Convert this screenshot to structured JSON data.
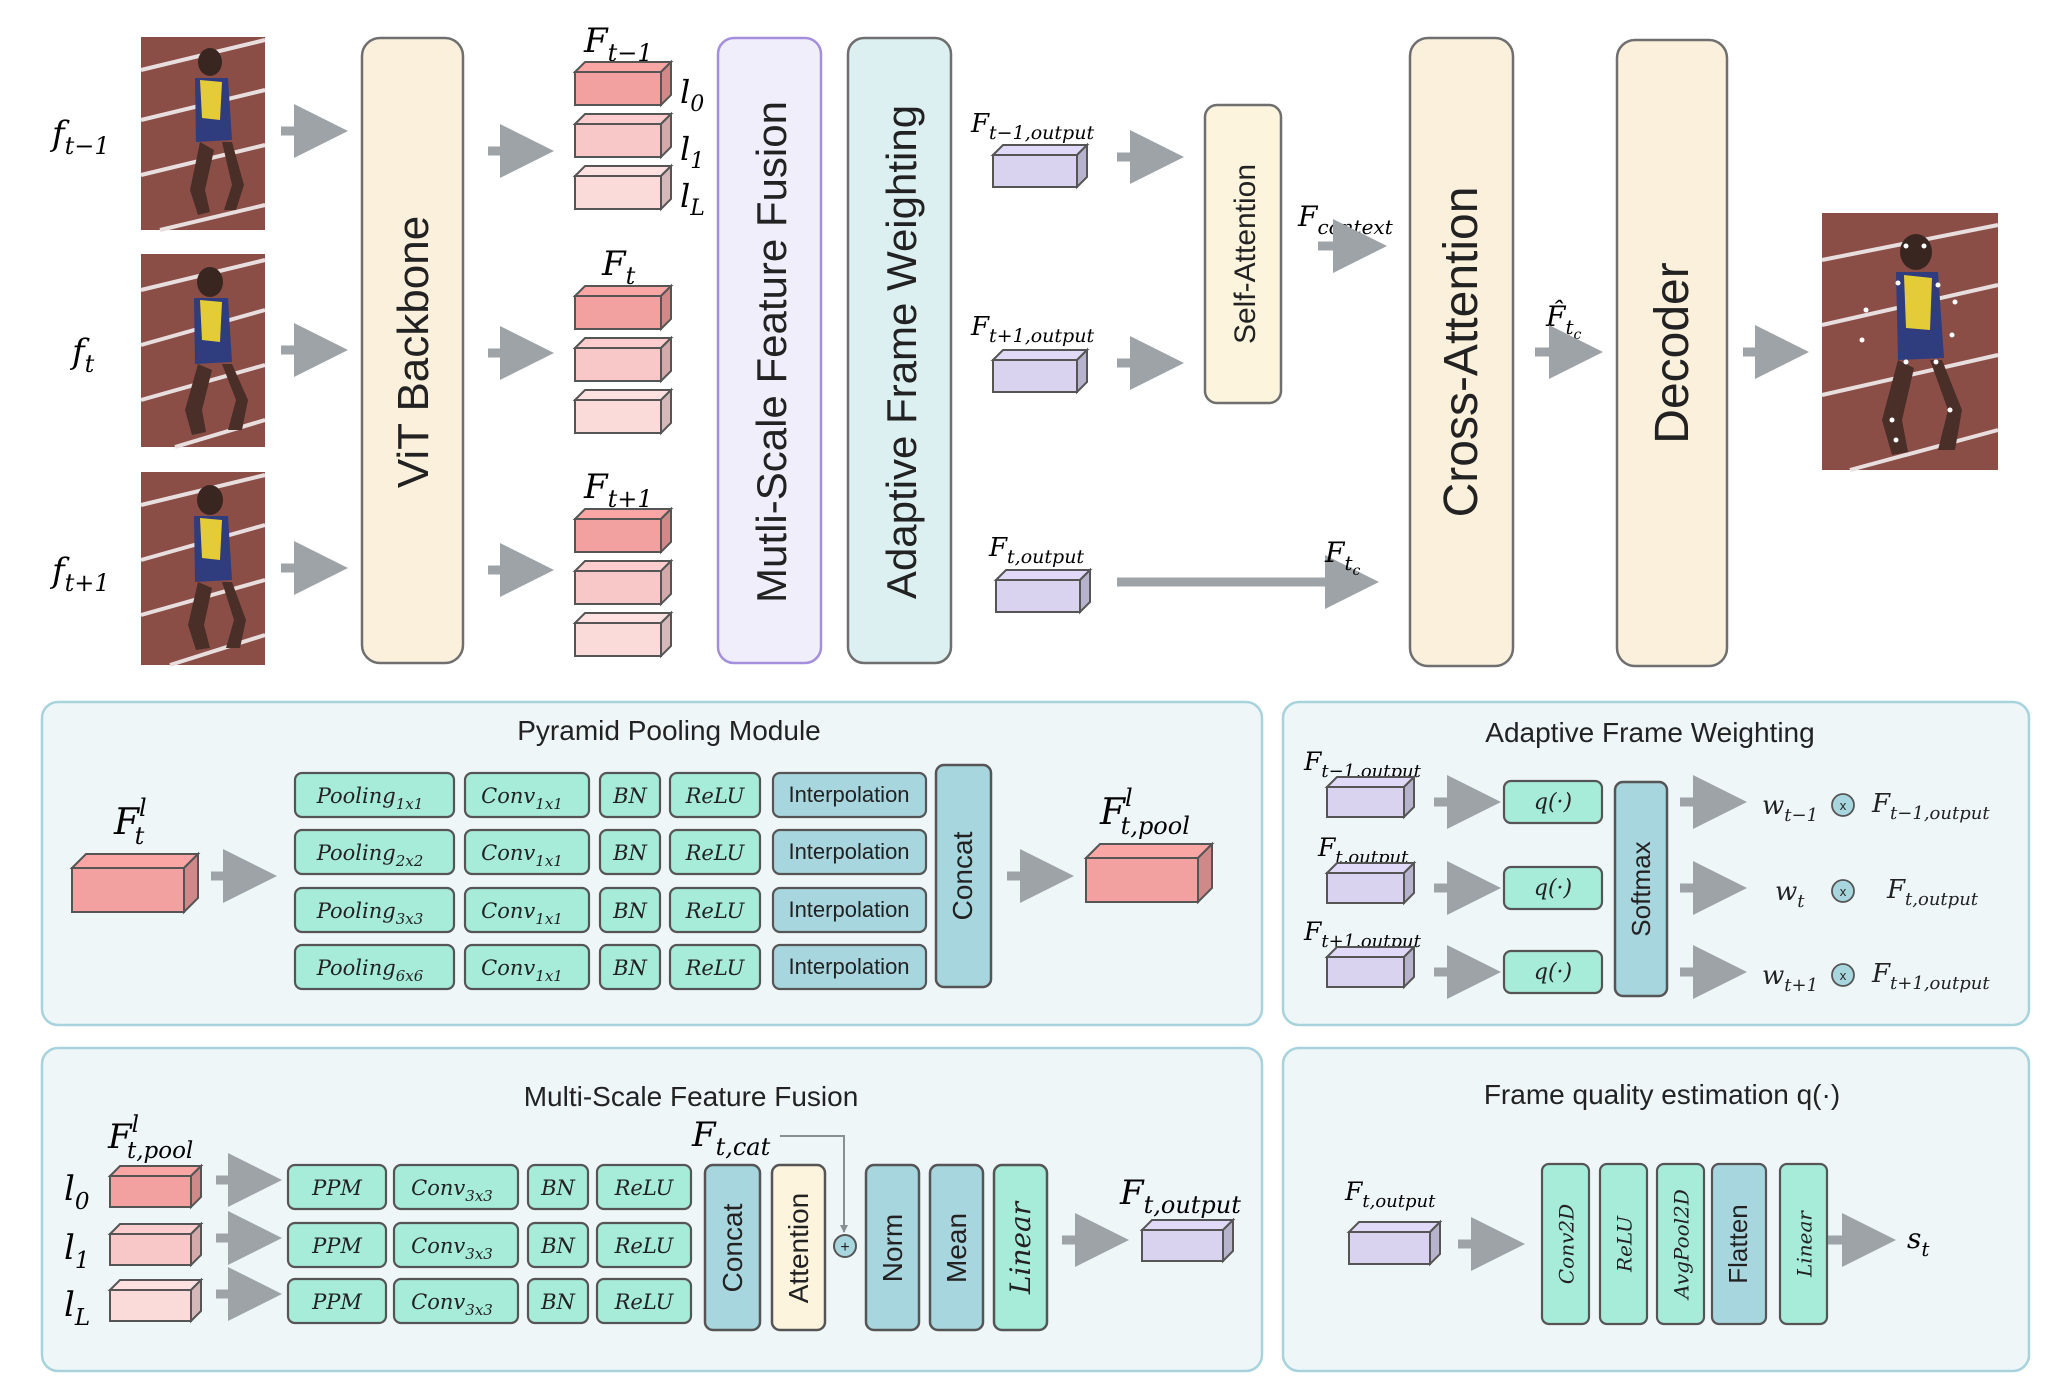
{
  "colors": {
    "backbone": "#fbf0dc",
    "msff": "#f1eefb",
    "msff_stroke": "#a48fdc",
    "afw": "#dcf0f2",
    "teal_block": "#a8d6de",
    "mint_block": "#a6ecd8",
    "cream_block": "#fdf4dd",
    "panel_fill": "#eef6f8",
    "panel_stroke": "#a8d3dc",
    "feature_red": "#f2a1a0",
    "feature_red_light": "#f8c7c7",
    "feature_red_lighter": "#fbdada",
    "output_purple": "#d9d3f0",
    "arrow": "#9ea3a8"
  },
  "top": {
    "frames": [
      {
        "label_base": "f",
        "label_sub": "t−1"
      },
      {
        "label_base": "f",
        "label_sub": "t"
      },
      {
        "label_base": "f",
        "label_sub": "t+1"
      }
    ],
    "backbone": "ViT Backbone",
    "features": [
      {
        "base": "F",
        "sub": "t−1"
      },
      {
        "base": "F",
        "sub": "t"
      },
      {
        "base": "F",
        "sub": "t+1"
      }
    ],
    "levels": [
      {
        "base": "l",
        "sub": "0"
      },
      {
        "base": "l",
        "sub": "1"
      },
      {
        "base": "l",
        "sub": "L"
      }
    ],
    "msff": "Mutli-Scale Feature Fusion",
    "afw": "Adaptive Frame Weighting",
    "outputs": [
      {
        "base": "F",
        "sub": "t−1,output"
      },
      {
        "base": "F",
        "sub": "t+1,output"
      },
      {
        "base": "F",
        "sub": "t,output"
      }
    ],
    "self_attention": "Self-Attention",
    "context": {
      "base": "F",
      "sub": "context"
    },
    "ftc": {
      "base": "F",
      "sub": "t",
      "subsub": "c"
    },
    "ftc_hat": {
      "base": "F̂",
      "sub": "t",
      "subsub": "c"
    },
    "cross_attention": "Cross-Attention",
    "decoder": "Decoder"
  },
  "ppm": {
    "title": "Pyramid Pooling Module",
    "input": {
      "base": "F",
      "sub": "t",
      "sup": "l"
    },
    "output": {
      "base": "F",
      "sub": "t,pool",
      "sup": "l"
    },
    "rows": [
      {
        "pool": "Pooling",
        "pool_sub": "1x1",
        "conv": "Conv",
        "conv_sub": "1x1",
        "bn": "BN",
        "relu": "ReLU",
        "interp": "Interpolation"
      },
      {
        "pool": "Pooling",
        "pool_sub": "2x2",
        "conv": "Conv",
        "conv_sub": "1x1",
        "bn": "BN",
        "relu": "ReLU",
        "interp": "Interpolation"
      },
      {
        "pool": "Pooling",
        "pool_sub": "3x3",
        "conv": "Conv",
        "conv_sub": "1x1",
        "bn": "BN",
        "relu": "ReLU",
        "interp": "Interpolation"
      },
      {
        "pool": "Pooling",
        "pool_sub": "6x6",
        "conv": "Conv",
        "conv_sub": "1x1",
        "bn": "BN",
        "relu": "ReLU",
        "interp": "Interpolation"
      }
    ],
    "concat": "Concat"
  },
  "afw_panel": {
    "title": "Adaptive Frame Weighting",
    "inputs": [
      {
        "base": "F",
        "sub": "t−1,output"
      },
      {
        "base": "F",
        "sub": "t,output"
      },
      {
        "base": "F",
        "sub": "t+1,output"
      }
    ],
    "q": "q(·)",
    "softmax": "Softmax",
    "weights": [
      {
        "base": "w",
        "sub": "t−1"
      },
      {
        "base": "w",
        "sub": "t"
      },
      {
        "base": "w",
        "sub": "t+1"
      }
    ],
    "times": "x",
    "results": [
      {
        "base": "F",
        "sub": "t−1,output"
      },
      {
        "base": "F",
        "sub": "t,output"
      },
      {
        "base": "F",
        "sub": "t+1,output"
      }
    ]
  },
  "msff_panel": {
    "title": "Multi-Scale Feature Fusion",
    "input": {
      "base": "F",
      "sub": "t,pool",
      "sup": "l"
    },
    "levels": [
      {
        "base": "l",
        "sub": "0"
      },
      {
        "base": "l",
        "sub": "1"
      },
      {
        "base": "l",
        "sub": "L"
      }
    ],
    "rows": [
      {
        "ppm": "PPM",
        "conv": "Conv",
        "conv_sub": "3x3",
        "bn": "BN",
        "relu": "ReLU"
      },
      {
        "ppm": "PPM",
        "conv": "Conv",
        "conv_sub": "3x3",
        "bn": "BN",
        "relu": "ReLU"
      },
      {
        "ppm": "PPM",
        "conv": "Conv",
        "conv_sub": "3x3",
        "bn": "BN",
        "relu": "ReLU"
      }
    ],
    "cat": {
      "base": "F",
      "sub": "t,cat"
    },
    "concat": "Concat",
    "attention": "Attention",
    "plus": "+",
    "norm": "Norm",
    "mean": "Mean",
    "linear": "Linear",
    "output": {
      "base": "F",
      "sub": "t,output"
    }
  },
  "fqe_panel": {
    "title": "Frame quality estimation q(·)",
    "input": {
      "base": "F",
      "sub": "t,output"
    },
    "blocks": [
      "Conv2D",
      "ReLU",
      "AvgPool2D",
      "Flatten",
      "Linear"
    ],
    "output": {
      "base": "s",
      "sub": "t"
    }
  }
}
